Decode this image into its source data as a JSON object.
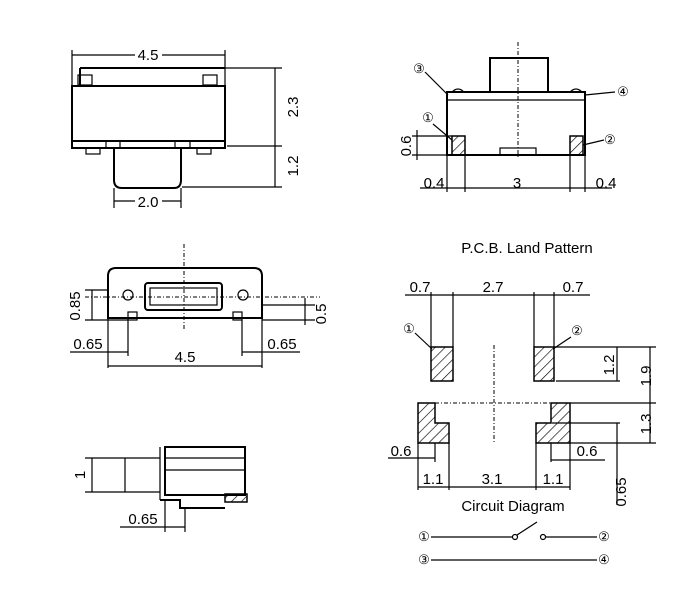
{
  "top_view": {
    "width": "4.5",
    "height": "2.3",
    "plunger_height": "1.2",
    "plunger_width": "2.0"
  },
  "front_view": {
    "pin3": "③",
    "pin4": "④",
    "pin1": "①",
    "pin2": "②",
    "pad_height": "0.6",
    "left_offset": "0.4",
    "pitch": "3",
    "right_offset": "0.4"
  },
  "side_view": {
    "dim_085": "0.85",
    "dim_05": "0.5",
    "left_065": "0.65",
    "width": "4.5",
    "right_065": "0.65"
  },
  "profile_view": {
    "height": "1",
    "offset": "0.65"
  },
  "pcb": {
    "title": "P.C.B. Land Pattern",
    "pad_w_left": "0.7",
    "gap": "2.7",
    "pad_w_right": "0.7",
    "pin1": "①",
    "pin2": "②",
    "pad_h": "1.2",
    "total_h": "1.9",
    "lower_h": "1.3",
    "left_06": "0.6",
    "right_06": "0.6",
    "left_11": "1.1",
    "mid_31": "3.1",
    "right_11": "1.1",
    "dim_065": "0.65"
  },
  "circuit": {
    "title": "Circuit Diagram",
    "p1": "①",
    "p2": "②",
    "p3": "③",
    "p4": "④"
  }
}
